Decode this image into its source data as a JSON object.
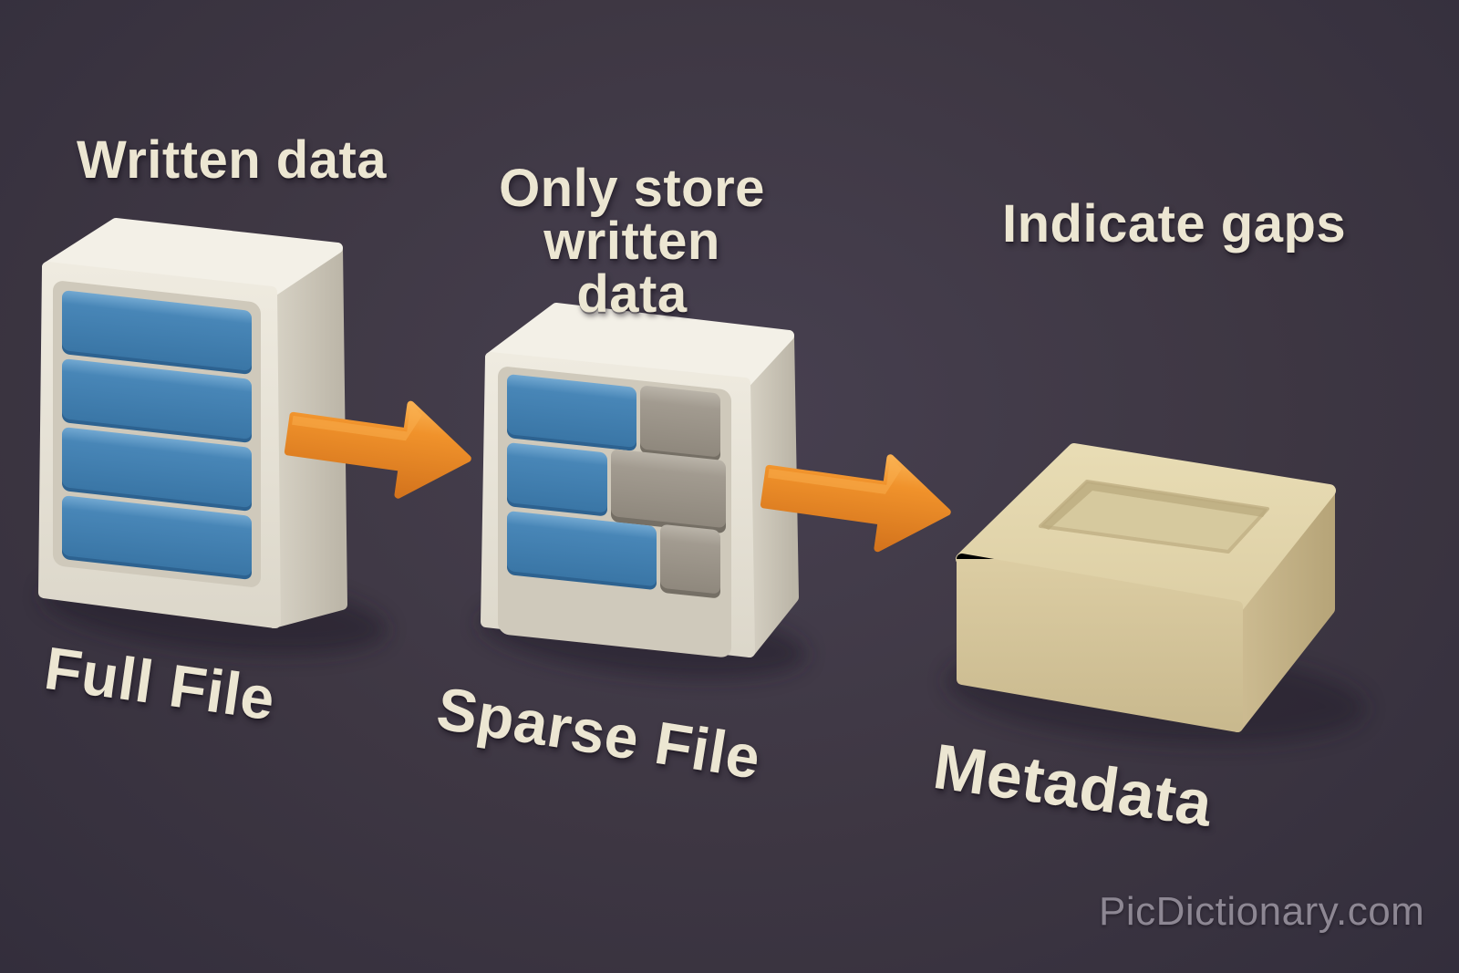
{
  "page": {
    "watermark": "PicDictionary.com"
  },
  "palette": {
    "background": "#3e3743",
    "text_cream": "#ece6d2",
    "watermark_gray": "#8d8793",
    "arrow_orange": "#f0922b",
    "written_block_blue": "#4383b3",
    "gap_block_gray": "#9d968b",
    "file_box_white": "#e9e4d9",
    "metadata_box_tan": "#ddd0a8"
  },
  "diagram": {
    "steps": [
      {
        "id": "full-file",
        "caption": "Written data",
        "label": "Full File",
        "blocks": {
          "rows": 4,
          "written_fractions": [
            1,
            1,
            1,
            1
          ]
        }
      },
      {
        "id": "sparse-file",
        "caption_line1": "Only store",
        "caption_line2": "written data",
        "label": "Sparse File",
        "blocks": {
          "rows": 3,
          "written_fractions": [
            0.62,
            0.47,
            0.71
          ]
        }
      },
      {
        "id": "metadata",
        "caption": "Indicate gaps",
        "label": "Metadata",
        "blocks": {
          "rows": 0,
          "written_fractions": []
        }
      }
    ],
    "connectors": [
      {
        "from": "full-file",
        "to": "sparse-file",
        "icon": "arrow-right-icon"
      },
      {
        "from": "sparse-file",
        "to": "metadata",
        "icon": "arrow-right-icon"
      }
    ]
  }
}
